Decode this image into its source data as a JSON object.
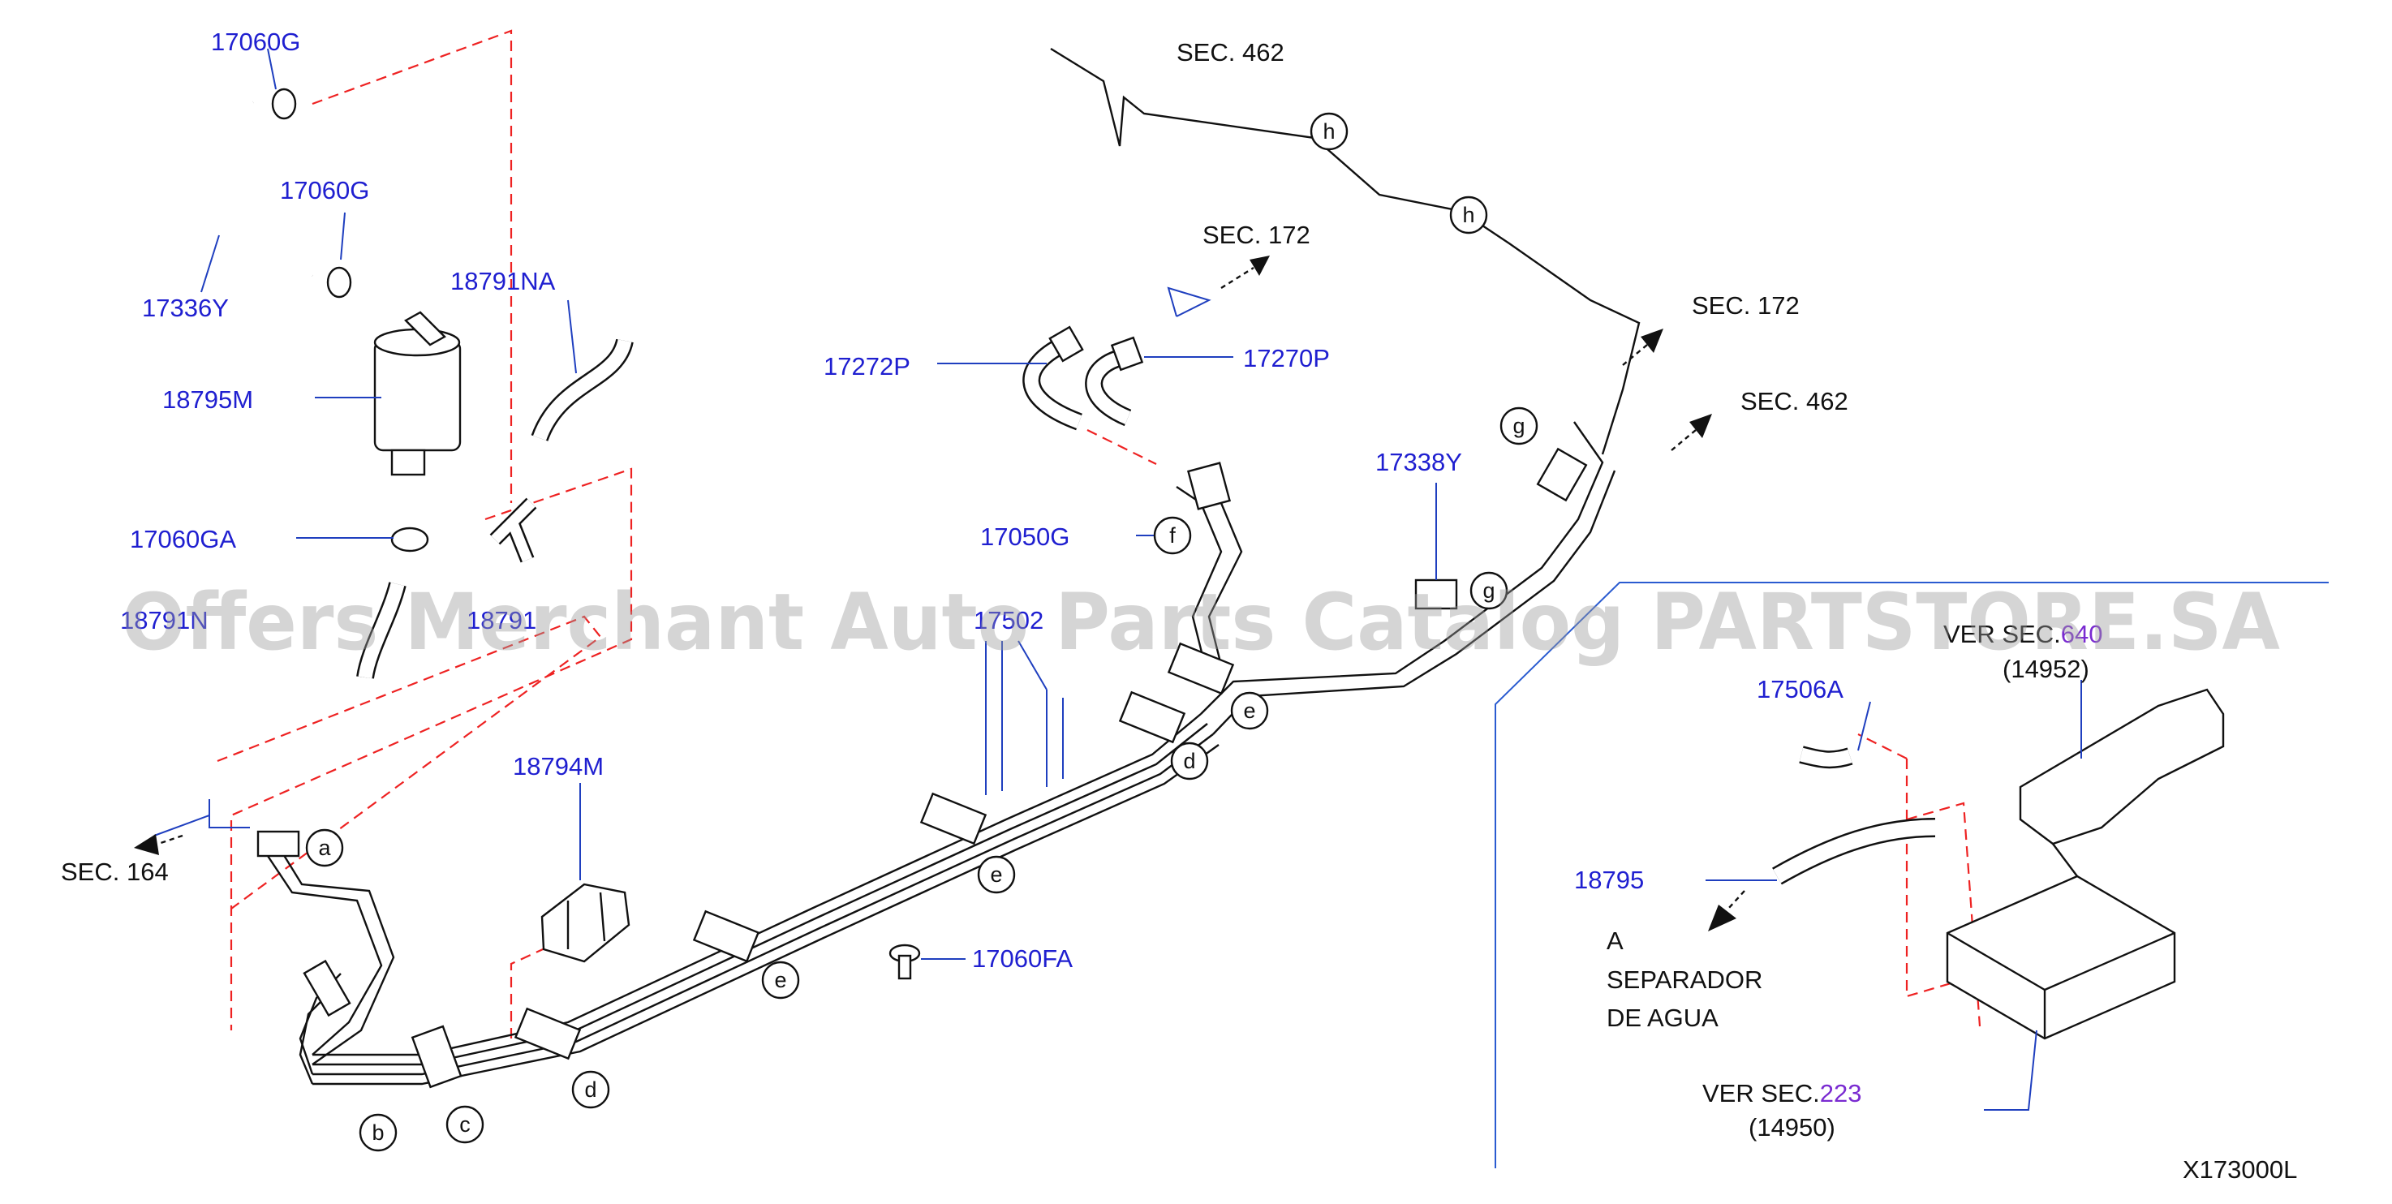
{
  "watermark": "Offers Merchant Auto Parts Catalog PARTSTORE.SA",
  "diagram_code": "X173000L",
  "part_labels": {
    "p17060G_top": "17060G",
    "p17060G_mid": "17060G",
    "p17336Y": "17336Y",
    "p18791NA": "18791NA",
    "p18795M": "18795M",
    "p17060GA": "17060GA",
    "p18791N_partial": "18791N",
    "p18791_partial2": "18791",
    "p17272P": "17272P",
    "p17270P": "17270P",
    "p17050G": "17050G",
    "p17338Y": "17338Y",
    "p17502_partial": "17502",
    "p18794M": "18794M",
    "p17060FA": "17060FA",
    "p17506A": "17506A",
    "p18795": "18795"
  },
  "section_refs": {
    "sec462_top": "SEC.  462",
    "sec172_a": "SEC.  172",
    "sec172_b": "SEC.  172",
    "sec462_b": "SEC.  462",
    "sec164": "SEC.  164"
  },
  "ver_sec_640": {
    "prefix": "VER  SEC.",
    "num": "640",
    "code": "(14952)"
  },
  "ver_sec_223": {
    "prefix": "VER  SEC.",
    "num": "223",
    "code": "(14950)"
  },
  "separator_note": {
    "line1": "A",
    "line2": "SEPARADOR",
    "line3": "DE  AGUA"
  },
  "callouts": {
    "a": "a",
    "b": "b",
    "c": "c",
    "d1": "d",
    "d2": "d",
    "e1": "e",
    "e2": "e",
    "e3": "e",
    "f": "f",
    "g1": "g",
    "g2": "g",
    "h1": "h",
    "h2": "h"
  },
  "colors": {
    "part_number": "#1f1fd0",
    "text": "#111111",
    "section_link": "#7a2bd1",
    "phantom_line": "#ee2222",
    "inset_border": "#2a5bd0"
  }
}
